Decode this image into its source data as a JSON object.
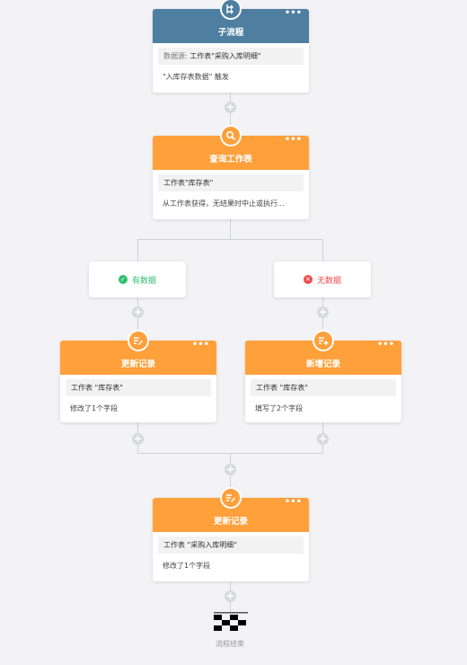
{
  "flow": {
    "node1": {
      "title": "子流程",
      "chip_key": "数据源:",
      "chip_value": "工作表\"采购入库明细\"",
      "desc": "\"入库存表数据\" 触发",
      "menu": "•••"
    },
    "node2": {
      "title": "查询工作表",
      "chip_value": "工作表\"库存表\"",
      "desc": "从工作表获得，无结果时中止或执行...",
      "menu": "•••"
    },
    "branch_yes": {
      "label": "有数据",
      "color": "#2fbf71",
      "icon": "check-circle-icon"
    },
    "branch_no": {
      "label": "无数据",
      "color": "#f04a4a",
      "icon": "x-circle-icon"
    },
    "node3": {
      "title": "更新记录",
      "chip_value": "工作表 \"库存表\"",
      "desc": "修改了1个字段",
      "menu": "•••"
    },
    "node4": {
      "title": "新增记录",
      "chip_value": "工作表 \"库存表\"",
      "desc": "填写了2个字段",
      "menu": "•••"
    },
    "node5": {
      "title": "更新记录",
      "chip_value": "工作表 \"采购入库明细\"",
      "desc": "修改了1个字段",
      "menu": "•••"
    },
    "end_label": "流程结束",
    "plus": "+"
  },
  "colors": {
    "blue": "#4e7fa0",
    "orange": "#ffa03b",
    "line": "#cfd2d8"
  }
}
